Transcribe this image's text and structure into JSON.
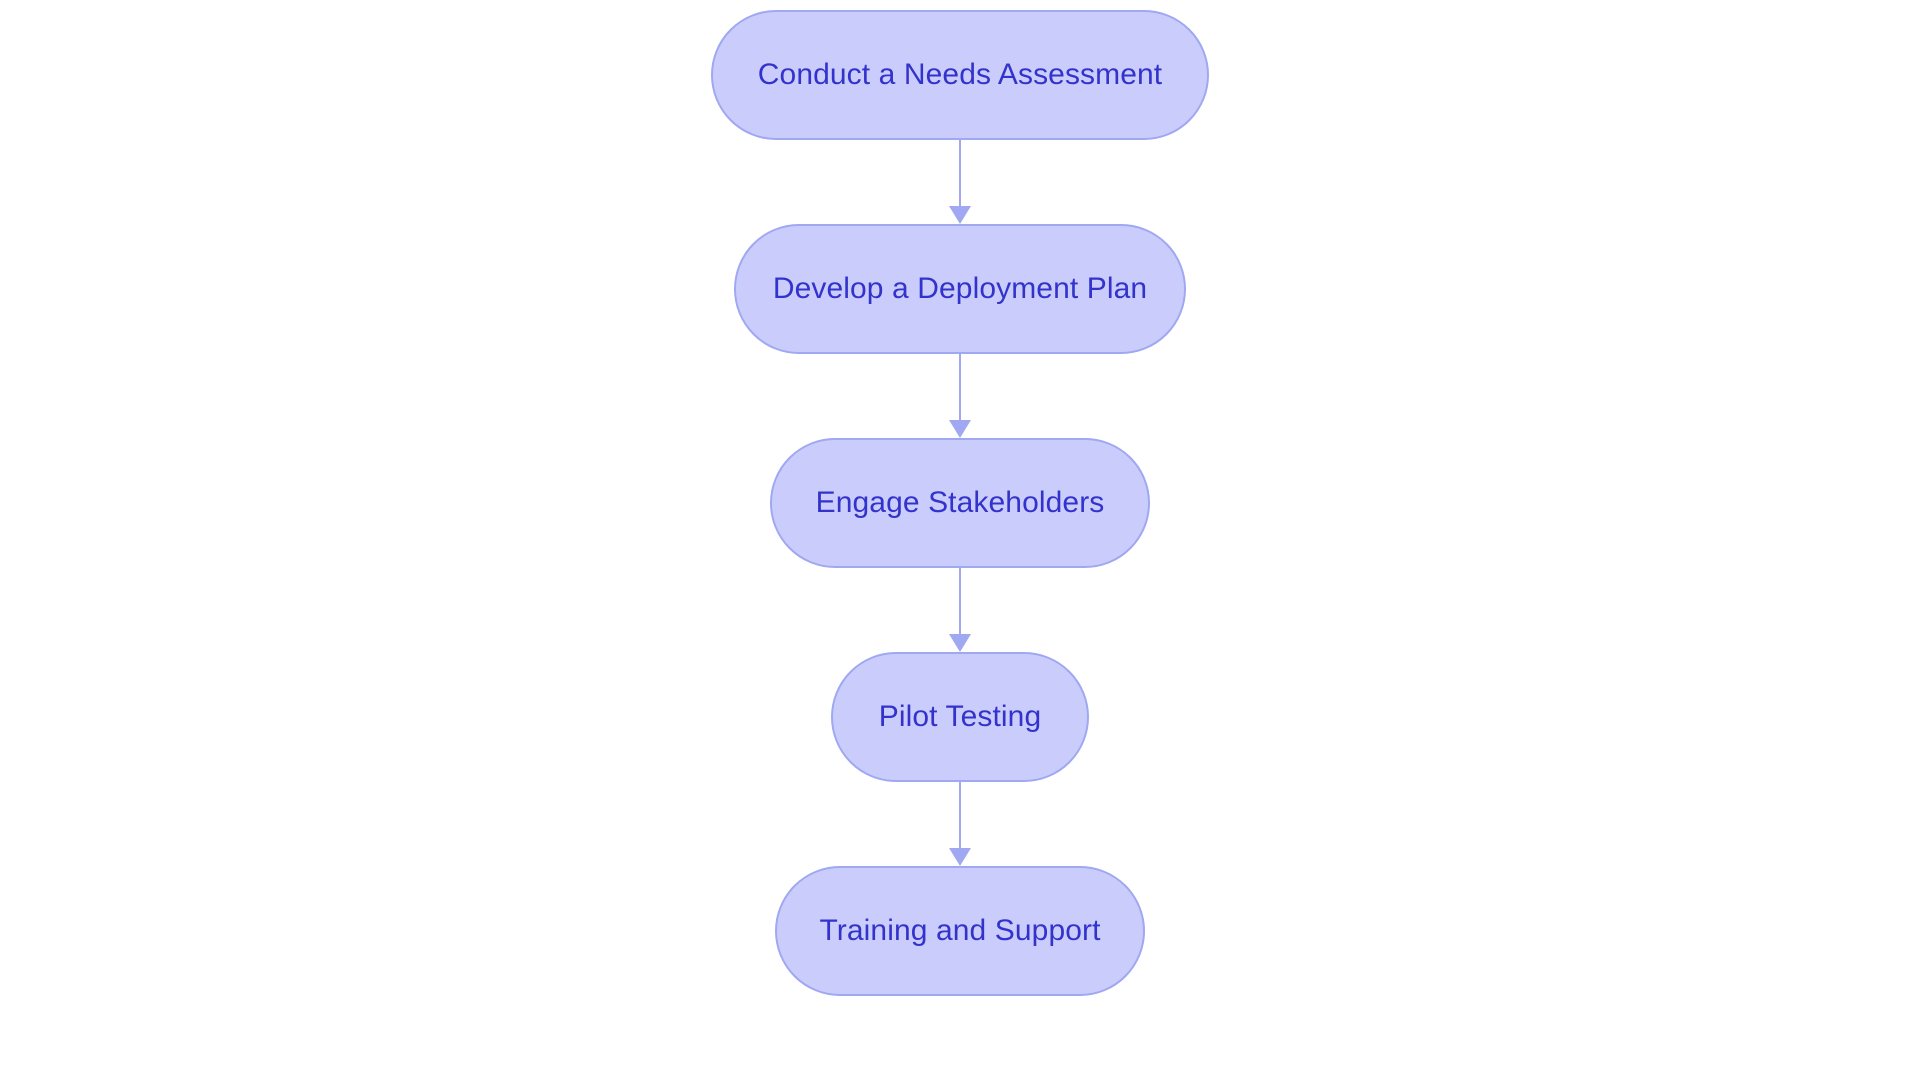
{
  "diagram": {
    "type": "flowchart",
    "orientation": "top-to-bottom",
    "background_color": "#ffffff",
    "node_fill_color": "#cacdfc",
    "node_border_color": "#9fa8f0",
    "node_text_color": "#3333cc",
    "connector_color": "#9fa8f0",
    "node_shape": "stadium",
    "nodes": [
      {
        "id": "n1",
        "label": "Conduct a Needs Assessment"
      },
      {
        "id": "n2",
        "label": "Develop a Deployment Plan"
      },
      {
        "id": "n3",
        "label": "Engage Stakeholders"
      },
      {
        "id": "n4",
        "label": "Pilot Testing"
      },
      {
        "id": "n5",
        "label": "Training and Support"
      }
    ],
    "edges": [
      {
        "id": "e1",
        "from": "n1",
        "to": "n2",
        "label": "",
        "arrow": "arrow-down-icon"
      },
      {
        "id": "e2",
        "from": "n2",
        "to": "n3",
        "label": "",
        "arrow": "arrow-down-icon"
      },
      {
        "id": "e3",
        "from": "n3",
        "to": "n4",
        "label": "",
        "arrow": "arrow-down-icon"
      },
      {
        "id": "e4",
        "from": "n4",
        "to": "n5",
        "label": "",
        "arrow": "arrow-down-icon"
      }
    ]
  }
}
